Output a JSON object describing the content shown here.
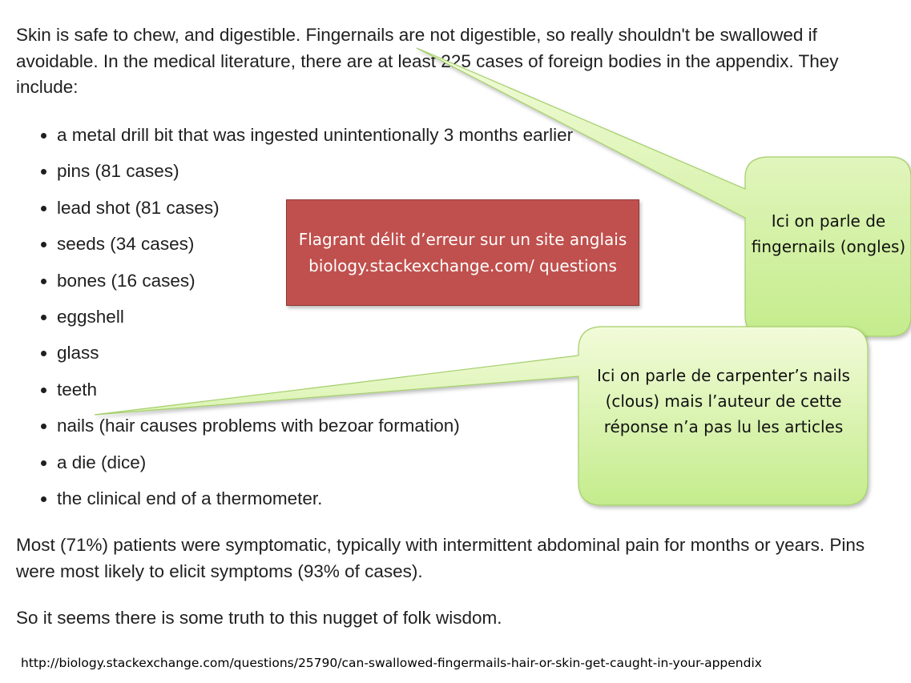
{
  "article": {
    "intro": "Skin is safe to chew, and digestible. Fingernails are not digestible, so really shouldn't be swallowed if avoidable. In the medical literature, there are at least 225 cases of foreign bodies in the appendix. They include:",
    "items": [
      "a metal drill bit that was ingested unintentionally 3 months earlier",
      "pins (81 cases)",
      "lead shot (81 cases)",
      "seeds (34 cases)",
      "bones (16 cases)",
      "eggshell",
      "glass",
      "teeth",
      "nails (hair causes problems with bezoar formation)",
      "a die (dice)",
      "the clinical end of a thermometer."
    ],
    "summary": "Most (71%) patients were symptomatic, typically with intermittent abdominal pain for months or years. Pins were most likely to elicit symptoms (93% of cases).",
    "conclusion": "So it seems there is some truth to this nugget of folk wisdom."
  },
  "annotations": {
    "error_box": "Flagrant délit d’erreur sur un site anglais biology.stackexchange.com/ questions",
    "fingernails_callout": "Ici on parle de fingernails (ongles)",
    "nails_callout": "Ici on parle de carpenter’s nails (clous) mais l’auteur de cette réponse n’a pas lu les articles"
  },
  "source_url": "http://biology.stackexchange.com/questions/25790/can-swallowed-fingermails-hair-or-skin-get-caught-in-your-appendix",
  "colors": {
    "callout_fill_top": "#f2fbd9",
    "callout_fill_bottom": "#c4ec8c",
    "callout_border": "#a4cf6a",
    "error_box_fill": "#c0504d",
    "error_text": "#ffffff"
  }
}
